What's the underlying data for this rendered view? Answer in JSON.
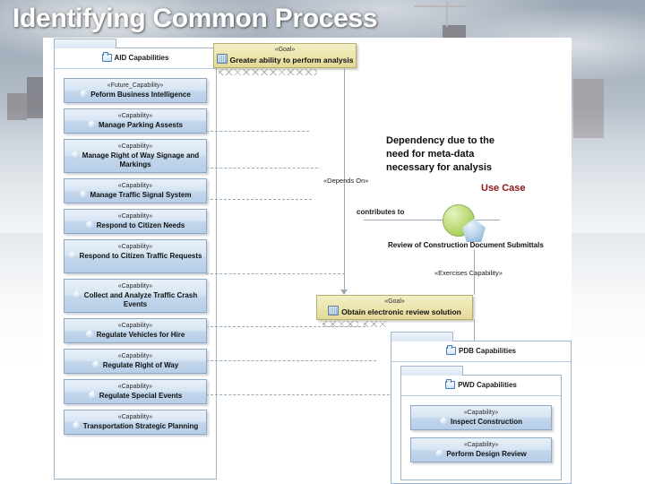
{
  "slide": {
    "title": "Identifying Common Process"
  },
  "diagram": {
    "packages": [
      {
        "id": "aid",
        "label": "AID Capabilities",
        "icon": "folder-icon"
      },
      {
        "id": "pdb",
        "label": "PDB Capabilities",
        "icon": "folder-icon"
      },
      {
        "id": "pwd",
        "label": "PWD Capabilities",
        "icon": "folder-icon"
      }
    ],
    "aid_capabilities": [
      {
        "stereotype": "«Future_Capability»",
        "name": "Peform Business Intelligence"
      },
      {
        "stereotype": "«Capability»",
        "name": "Manage Parking Assests"
      },
      {
        "stereotype": "«Capability»",
        "name": "Manage Right of Way Signage and Markings"
      },
      {
        "stereotype": "«Capability»",
        "name": "Manage Traffic Signal System"
      },
      {
        "stereotype": "«Capability»",
        "name": "Respond to Citizen Needs"
      },
      {
        "stereotype": "«Capability»",
        "name": "Respond to Citizen Traffic Requests"
      },
      {
        "stereotype": "«Capability»",
        "name": "Collect and Analyze Traffic Crash Events"
      },
      {
        "stereotype": "«Capability»",
        "name": "Regulate Vehicles for Hire"
      },
      {
        "stereotype": "«Capability»",
        "name": "Regulate Right of Way"
      },
      {
        "stereotype": "«Capability»",
        "name": "Regulate Special Events"
      },
      {
        "stereotype": "«Capability»",
        "name": "Transportation Strategic Planning"
      }
    ],
    "pwd_capabilities": [
      {
        "stereotype": "«Capability»",
        "name": "Inspect Construction"
      },
      {
        "stereotype": "«Capability»",
        "name": "Perform Design Review"
      }
    ],
    "goals": [
      {
        "id": "goal-analysis",
        "stereotype": "«Goal»",
        "name": "Greater ability to perform analysis"
      },
      {
        "id": "goal-review",
        "stereotype": "«Goal»",
        "name": "Obtain electronic review solution"
      }
    ],
    "use_case": {
      "name": "Review of  Construction Document Submittals",
      "shape": "ellipse"
    },
    "connector_labels": {
      "depends_on": "«Depends On»",
      "contributes_to": "contributes to",
      "exercises_capability": "«Exercises Capability»"
    },
    "annotations": {
      "dependency_note": "Dependency due to the\nneed for meta-data\nnecessary for analysis",
      "use_case_label": "Use Case"
    },
    "colors": {
      "capability_fill": "#cfe0f2",
      "goal_fill": "#ece5ad",
      "use_case_fill": "#8cbf3f",
      "annotation_accent": "#8c1616",
      "canvas": "#ffffff"
    }
  }
}
